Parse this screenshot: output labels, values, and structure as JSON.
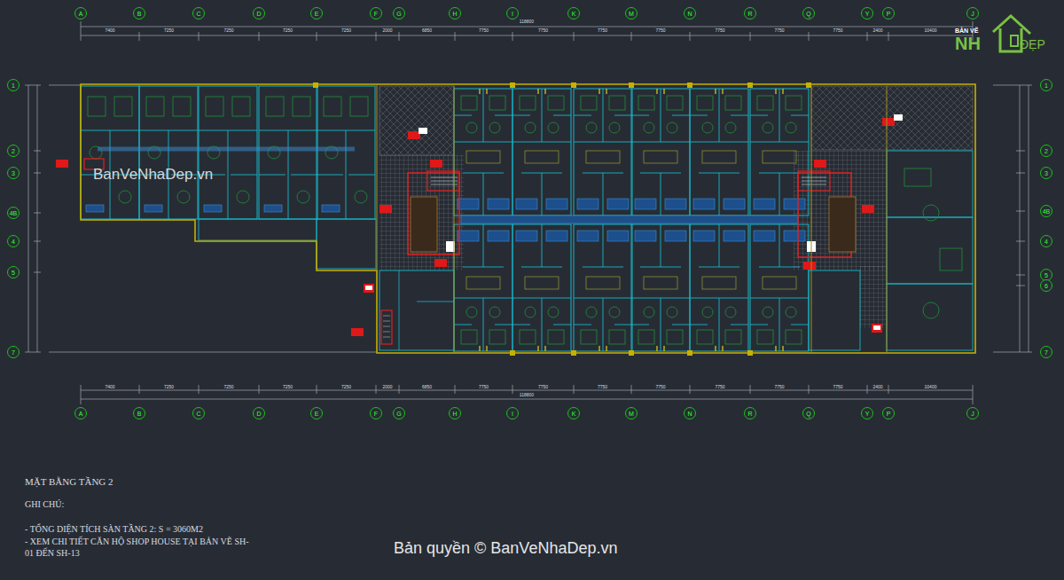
{
  "diagram": {
    "title": "MẶT BẰNG TẦNG 2",
    "nodes": [
      {
        "text": [
          "A"
        ]
      },
      {
        "text": [
          "B"
        ]
      },
      {
        "text": [
          "C"
        ]
      },
      {
        "text": [
          "D"
        ]
      },
      {
        "text": [
          "E"
        ]
      },
      {
        "text": [
          "F"
        ]
      },
      {
        "text": [
          "G"
        ]
      },
      {
        "text": [
          "H"
        ]
      },
      {
        "text": [
          "I"
        ]
      },
      {
        "text": [
          "K"
        ]
      },
      {
        "text": [
          "M"
        ]
      },
      {
        "text": [
          "N"
        ]
      },
      {
        "text": [
          "R"
        ]
      },
      {
        "text": [
          "Q"
        ]
      },
      {
        "text": [
          "Y"
        ]
      },
      {
        "text": [
          "P"
        ]
      },
      {
        "text": [
          "J"
        ]
      },
      {
        "text": [
          "1"
        ]
      },
      {
        "text": [
          "2"
        ]
      },
      {
        "text": [
          "3"
        ]
      },
      {
        "text": [
          "4B"
        ]
      },
      {
        "text": [
          "4"
        ]
      },
      {
        "text": [
          "5"
        ]
      },
      {
        "text": [
          "7"
        ]
      },
      {
        "text": [
          "1"
        ]
      },
      {
        "text": [
          "2"
        ]
      },
      {
        "text": [
          "3"
        ]
      },
      {
        "text": [
          "4B"
        ]
      },
      {
        "text": [
          "4"
        ]
      },
      {
        "text": [
          "5"
        ]
      },
      {
        "text": [
          "6"
        ]
      },
      {
        "text": [
          "7"
        ]
      },
      {
        "text": [
          "A"
        ]
      },
      {
        "text": [
          "B"
        ]
      },
      {
        "text": [
          "C"
        ]
      },
      {
        "text": [
          "D"
        ]
      },
      {
        "text": [
          "E"
        ]
      },
      {
        "text": [
          "F"
        ]
      },
      {
        "text": [
          "G"
        ]
      },
      {
        "text": [
          "H"
        ]
      },
      {
        "text": [
          "I"
        ]
      },
      {
        "text": [
          "K"
        ]
      },
      {
        "text": [
          "M"
        ]
      },
      {
        "text": [
          "N"
        ]
      },
      {
        "text": [
          "R"
        ]
      },
      {
        "text": [
          "Q"
        ]
      },
      {
        "text": [
          "Y"
        ]
      },
      {
        "text": [
          "P"
        ]
      },
      {
        "text": [
          "J"
        ]
      }
    ],
    "labels": [
      "7400",
      "7250",
      "7250",
      "7250",
      "7250",
      "2000",
      "6850",
      "7750",
      "7750",
      "7750",
      "7750",
      "7750",
      "7750",
      "7750",
      "2400",
      "10400",
      "118800",
      "7400",
      "7250",
      "7250",
      "7250",
      "7250",
      "2000",
      "6850",
      "7750",
      "7750",
      "7750",
      "7750",
      "7750",
      "7750",
      "7750",
      "2400",
      "10400",
      "118800",
      "BanVeNhaDep.vn",
      "Bản quyền © BanVeNhaDep.vn",
      "BẢN VẼ",
      "NH",
      "ĐẸP",
      "GHI CHÚ:",
      "- TỔNG DIỆN TÍCH SÀN TẦNG 2: S = 3060M2",
      "- XEM CHI TIẾT CĂN HỘ SHOP HOUSE TẠI BẢN VẼ SH-01 ĐẾN SH-13"
    ]
  }
}
